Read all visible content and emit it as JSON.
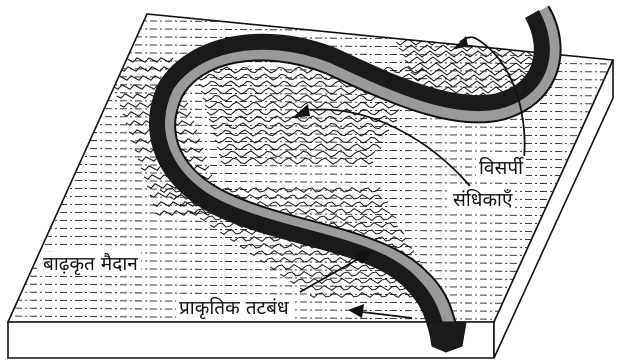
{
  "labels": {
    "meander": "विसर्पी",
    "meander_scars": "संधिकाएँ",
    "floodplain": "बाढ़कृत मैदान",
    "natural_levee": "प्राकृतिक तटबंध"
  },
  "colors": {
    "ink": "#111111",
    "channel": "#1a1a1a",
    "bank": "#9a9a9a",
    "paper": "#ffffff"
  }
}
